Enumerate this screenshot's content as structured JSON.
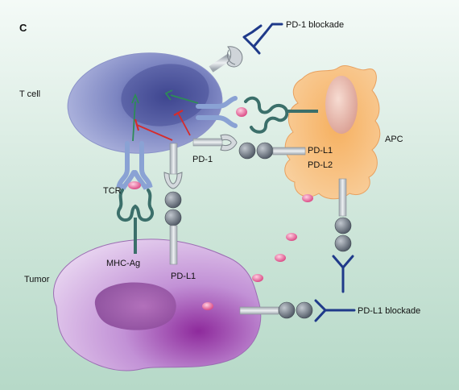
{
  "panel_label": "C",
  "labels": {
    "t_cell": "T cell",
    "apc": "APC",
    "tumor": "Tumor",
    "tcr": "TCR",
    "mhc_ag": "MHC-Ag",
    "pd1": "PD-1",
    "pdl1_apc": "PD-L1",
    "pdl2_apc": "PD-L2",
    "pdl1_tumor": "PD-L1",
    "pd1_blockade": "PD-1 blockade",
    "pdl1_blockade": "PD-L1 blockade"
  },
  "colors": {
    "background_top": "#ffffff",
    "background_bottom": "#b9dccb",
    "t_cell": "#6f78b4",
    "apc": "#f2a95f",
    "tumor": "#c8a4dc",
    "receptor_gray": "#c9ced3",
    "receptor_blue": "#8aa2d4",
    "ligand_dark": "#5d6670",
    "antibody": "#1f3a8a",
    "tcr_mhc_outline": "#3b6f6a",
    "activation_arrow": "#2e8b57",
    "inhibition_arrow": "#d62b2b",
    "cytokine": "#e04a8a"
  }
}
